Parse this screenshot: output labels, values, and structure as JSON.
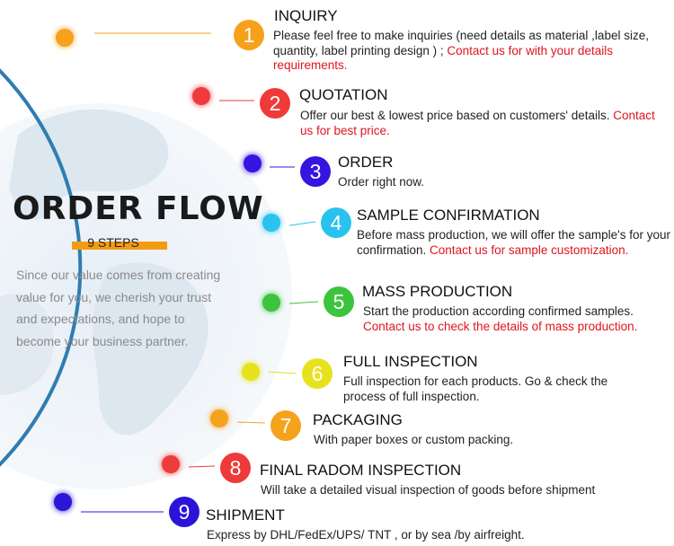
{
  "title": "ORDER FLOW",
  "steps_label": "9 STEPS",
  "intro": "Since our value comes from creating value for you, we cherish your trust and expectations, and hope to become your business partner.",
  "steps": [
    {
      "number": "1",
      "heading": "INQUIRY",
      "text": "Please feel free to make inquiries (need details as material ,label size, quantity, label printing design ) ; ",
      "link": "Contact us for with your details requirements.",
      "color": "#f7a11a"
    },
    {
      "number": "2",
      "heading": "QUOTATION",
      "text": "Offer our best & lowest price based on customers' details. ",
      "link": "Contact us for best price.",
      "color": "#ef3a3a"
    },
    {
      "number": "3",
      "heading": "ORDER",
      "text": "Order right now.",
      "link": "",
      "color": "#3515e0"
    },
    {
      "number": "4",
      "heading": "SAMPLE CONFIRMATION",
      "text": "Before mass production, we will offer the sample's for your confirmation. ",
      "link": "Contact us for sample customization.",
      "color": "#29c2ef"
    },
    {
      "number": "5",
      "heading": "MASS PRODUCTION",
      "text": "Start the production according confirmed samples. ",
      "link": "Contact us to check the details of mass production.",
      "color": "#3cc43c"
    },
    {
      "number": "6",
      "heading": "FULL INSPECTION",
      "text": "Full inspection for each products. Go & check the process of full inspection.",
      "link": "",
      "color": "#e6e21e"
    },
    {
      "number": "7",
      "heading": "PACKAGING",
      "text": "With paper boxes or custom packing.",
      "link": "",
      "color": "#f5a31c"
    },
    {
      "number": "8",
      "heading": "FINAL RADOM INSPECTION",
      "text": "Will take a detailed visual inspection of goods before shipment",
      "link": "",
      "color": "#ee3a3a"
    },
    {
      "number": "9",
      "heading": "SHIPMENT",
      "text": "Express by DHL/FedEx/UPS/ TNT , or by sea /by airfreight.",
      "link": "",
      "color": "#2b14d8"
    }
  ]
}
